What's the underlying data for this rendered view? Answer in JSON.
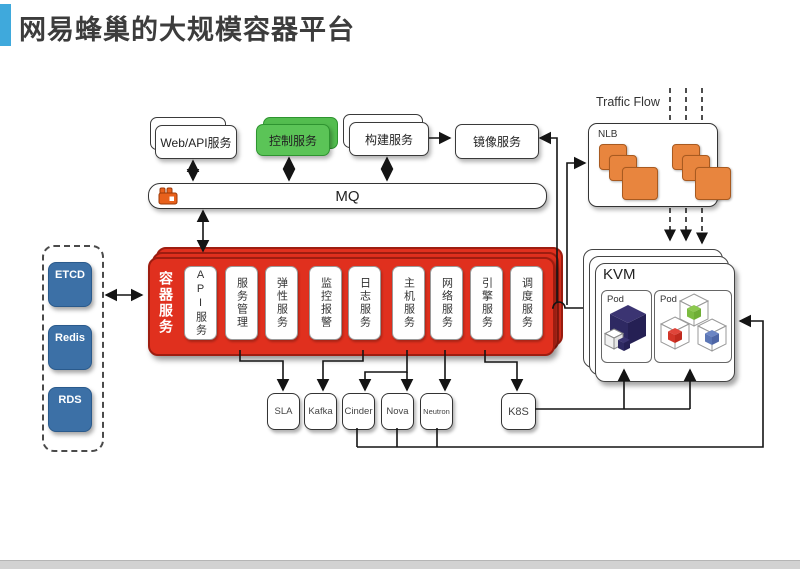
{
  "slide": {
    "title": "网易蜂巢的大规模容器平台"
  },
  "top_row": {
    "web_api": "Web/API服务",
    "control": "控制服务",
    "build": "构建服务",
    "image": "镜像服务"
  },
  "mq": {
    "label": "MQ",
    "icon": "rabbitmq-icon"
  },
  "datastores": {
    "etcd": "ETCD",
    "redis": "Redis",
    "rds": "RDS"
  },
  "container_platform": {
    "label": "容器服务",
    "services": [
      "API服务",
      "服务管理",
      "弹性服务",
      "监控报警",
      "日志服务",
      "主机服务",
      "网络服务",
      "引擎服务",
      "调度服务"
    ]
  },
  "backend_row": {
    "items": [
      "SLA",
      "Kafka",
      "Cinder",
      "Nova",
      "Neutron",
      "K8S"
    ]
  },
  "right_side": {
    "traffic_flow": "Traffic Flow",
    "nlb": "NLB",
    "kvm": "KVM",
    "pod1": "Pod",
    "pod2": "Pod"
  },
  "colors": {
    "accent_blue": "#3FA9DC",
    "container_red": "#E0301E",
    "control_green": "#5BC457",
    "datastore_blue": "#3C70A6",
    "nlb_orange": "#E8853E"
  }
}
